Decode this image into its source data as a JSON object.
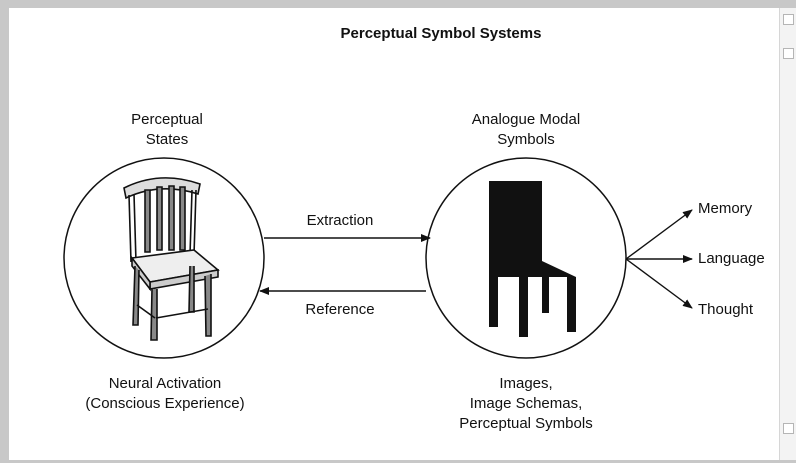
{
  "diagram": {
    "title": "Perceptual Symbol Systems",
    "left_top_label": [
      "Perceptual",
      "States"
    ],
    "right_top_label": [
      "Analogue Modal",
      "Symbols"
    ],
    "left_bottom_label": [
      "Neural Activation",
      "(Conscious Experience)"
    ],
    "right_bottom_label": [
      "Images,",
      "Image Schemas,",
      "Perceptual Symbols"
    ],
    "arrow_forward_label": "Extraction",
    "arrow_back_label": "Reference",
    "outputs": [
      "Memory",
      "Language",
      "Thought"
    ],
    "left_icon": "realistic-chair-icon",
    "right_icon": "schematic-chair-icon"
  },
  "colors": {
    "border": "#c8c8c8",
    "ink": "#111111"
  }
}
